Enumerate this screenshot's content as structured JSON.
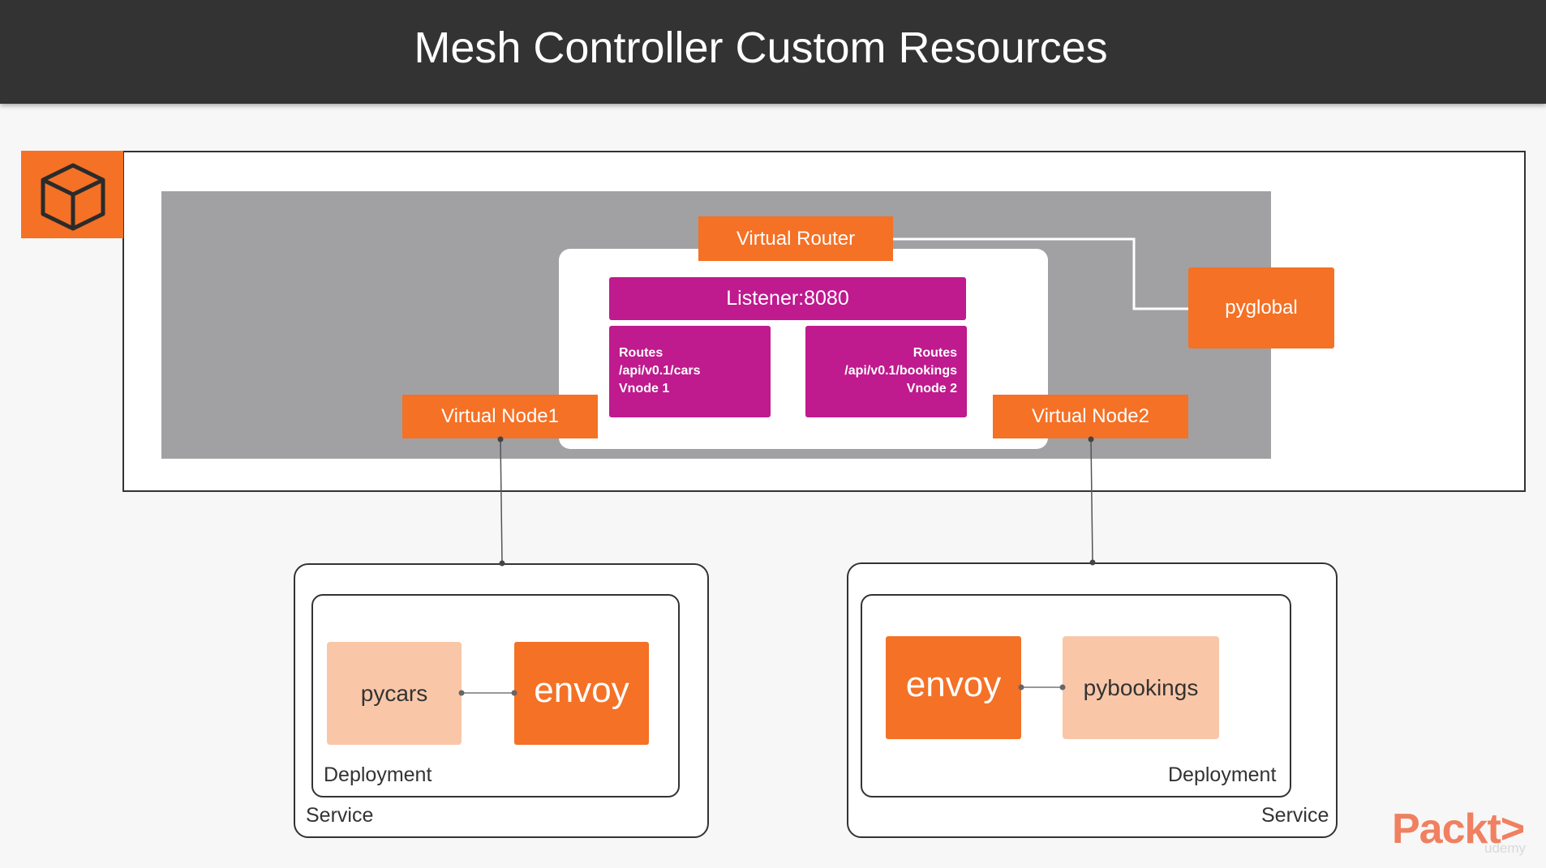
{
  "header": {
    "title": "Mesh Controller Custom Resources"
  },
  "colors": {
    "header_bg": "#333333",
    "accent_orange": "#f47126",
    "listener_magenta": "#bf1a8e",
    "mesh_gray": "#a1a1a3",
    "app_peach": "#f9c7a8"
  },
  "mesh": {
    "virtual_router": "Virtual Router",
    "listener": "Listener:8080",
    "routes_left": [
      "Routes",
      "/api/v0.1/cars",
      "Vnode 1"
    ],
    "routes_right": [
      "Routes",
      "/api/v0.1/bookings",
      "Vnode 2"
    ],
    "virtual_node1": "Virtual Node1",
    "virtual_node2": "Virtual Node2",
    "pyglobal": "pyglobal"
  },
  "service_left": {
    "app": "pycars",
    "proxy": "envoy",
    "deployment_label": "Deployment",
    "service_label": "Service"
  },
  "service_right": {
    "app": "pybookings",
    "proxy": "envoy",
    "deployment_label": "Deployment",
    "service_label": "Service"
  },
  "watermark": {
    "logo": "Packt>",
    "mark": "udemy"
  }
}
